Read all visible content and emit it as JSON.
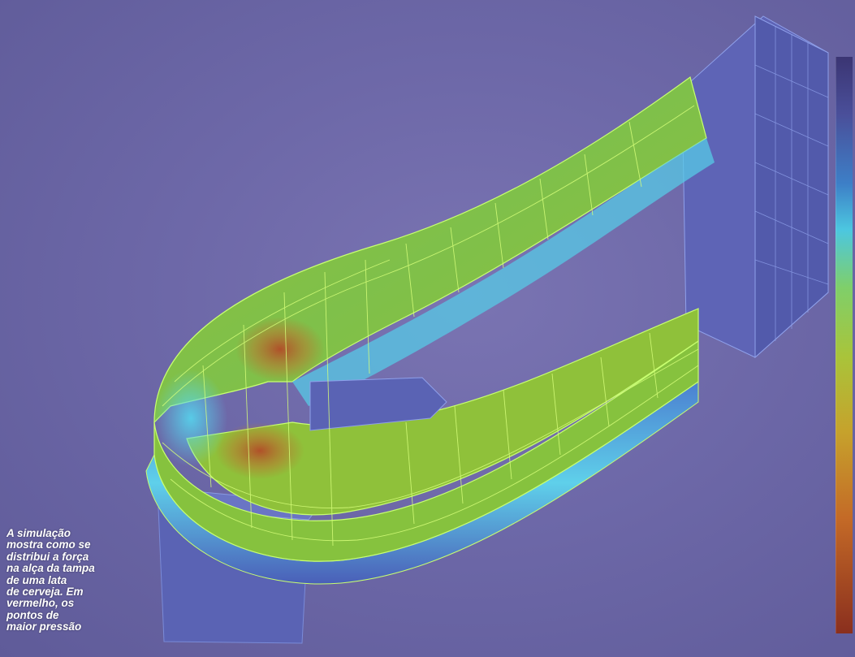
{
  "caption": {
    "lines": [
      "A simulação",
      "mostra como se",
      "distribui a força",
      "na alça da tampa",
      "de uma lata",
      "de cerveja. Em",
      "vermelho, os",
      "pontos de",
      "maior pressão"
    ]
  },
  "colors": {
    "background": "#6a67a6",
    "low_stress": "#4fd2e6",
    "mid_stress": "#8fc237",
    "high_stress": "#b8562a",
    "mesh_lines": "#d6ff7a"
  },
  "colorbar": {
    "from_top": "low",
    "to_bottom": "high"
  }
}
